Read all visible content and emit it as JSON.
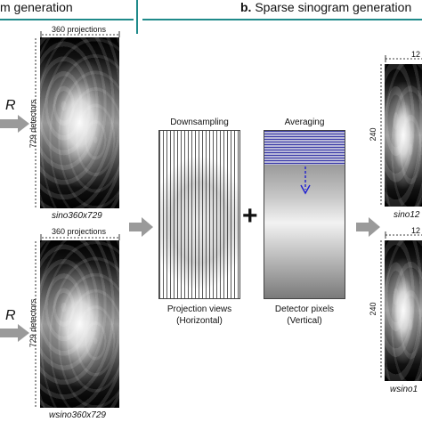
{
  "section_a": {
    "title_text": "m generation"
  },
  "section_b": {
    "letter": "b.",
    "title_text": "Sparse sinogram generation"
  },
  "left": {
    "top_projections": "360 projections",
    "top_detectors": "729 detectors",
    "top_caption": "sino360x729",
    "bottom_projections": "360 projections",
    "bottom_detectors": "729 detectors",
    "bottom_caption": "wsino360x729",
    "r_label_top": "R",
    "r_label_bottom": "R"
  },
  "middle": {
    "downsampling_label": "Downsampling",
    "averaging_label": "Averaging",
    "plus_sign": "+",
    "proj_views_line1": "Projection views",
    "proj_views_line2": "(Horizontal)",
    "detector_line1": "Detector pixels",
    "detector_line2": "(Vertical)"
  },
  "right": {
    "top_label_partial": "12",
    "top_size": "240",
    "top_caption": "sino12",
    "bottom_label_partial": "12",
    "bottom_size": "240",
    "bottom_caption": "wsino1"
  },
  "colors": {
    "header_rule": "#1f8a8a",
    "arrow_gray": "#9a9a9a",
    "averaging_stripe": "#3a3aa8",
    "dash_arrow": "#2020d0"
  }
}
